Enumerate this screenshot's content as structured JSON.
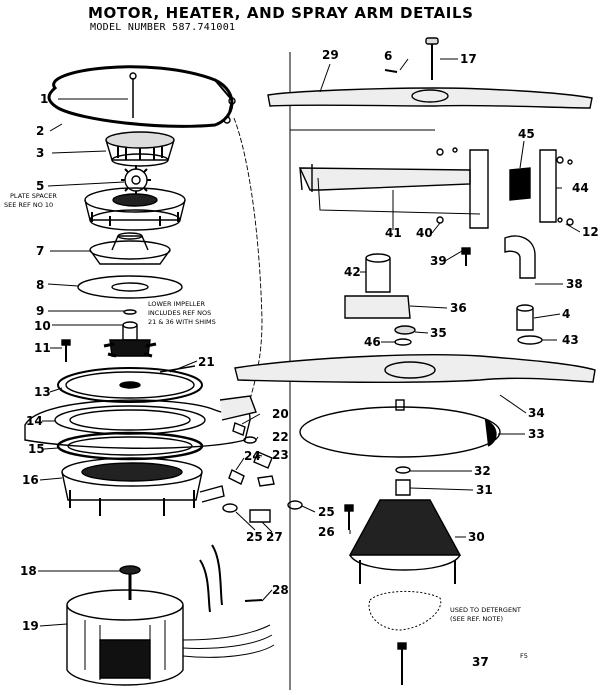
{
  "header": {
    "title": "MOTOR, HEATER, AND SPRAY ARM DETAILS",
    "model": "MODEL NUMBER 587.741001"
  },
  "notes": {
    "plate_spacer_1": "PLATE SPACER",
    "plate_spacer_2": "SEE REF NO 10",
    "impeller_1": "LOWER IMPELLER",
    "impeller_2": "INCLUDES REF NOS",
    "impeller_3": "21 & 36 WITH SHIMS",
    "crystals_1": "USED TO DETERGENT",
    "crystals_2": "(SEE REF. NOTE)",
    "corner_mark": "F5"
  },
  "callouts": [
    "1",
    "2",
    "3",
    "5",
    "6",
    "7",
    "8",
    "9",
    "10",
    "11",
    "12",
    "13",
    "14",
    "15",
    "16",
    "17",
    "18",
    "19",
    "20",
    "21",
    "22",
    "23",
    "24",
    "25",
    "25",
    "26",
    "27",
    "28",
    "29",
    "30",
    "31",
    "32",
    "33",
    "34",
    "35",
    "36",
    "37",
    "38",
    "39",
    "40",
    "41",
    "42",
    "43",
    "44",
    "45",
    "46",
    "4"
  ]
}
